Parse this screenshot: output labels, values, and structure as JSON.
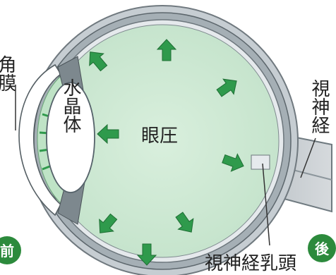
{
  "labels": {
    "cornea": "角膜",
    "lens": "水晶体",
    "iop": "眼圧",
    "optic_nerve": "視神経",
    "optic_disc": "視神経乳頭"
  },
  "badges": {
    "front": "前",
    "back": "後"
  },
  "colors": {
    "eye_fill": "#cfe9d5",
    "arrow": "#2f9a4c",
    "sclera": "#9aa4ab",
    "badge": "#2c8a3c",
    "nerve": "#c7ccd0"
  },
  "arrow_count": 8
}
